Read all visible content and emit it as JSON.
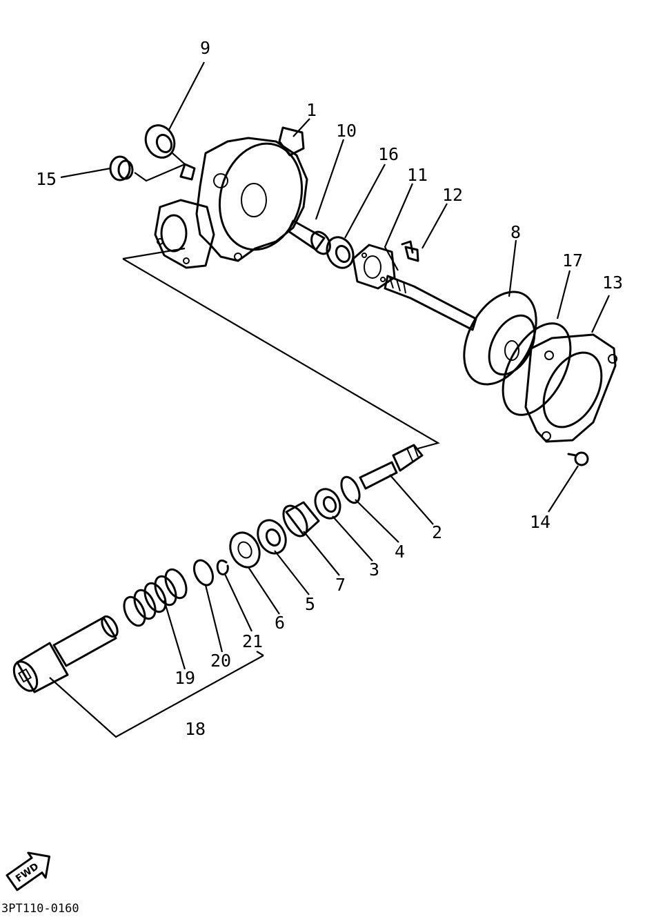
{
  "callouts": {
    "c1": "1",
    "c2": "2",
    "c3": "3",
    "c4": "4",
    "c5": "5",
    "c6": "6",
    "c7": "7",
    "c8": "8",
    "c9": "9",
    "c10": "10",
    "c11": "11",
    "c12": "12",
    "c13": "13",
    "c14": "14",
    "c15": "15",
    "c16": "16",
    "c17": "17",
    "c18": "18",
    "c19": "19",
    "c20": "20",
    "c21": "21"
  },
  "fwd_badge": "FWD",
  "diagram_code": "3PT110-0160",
  "icons": {
    "fwd": "fwd-arrow-icon"
  }
}
